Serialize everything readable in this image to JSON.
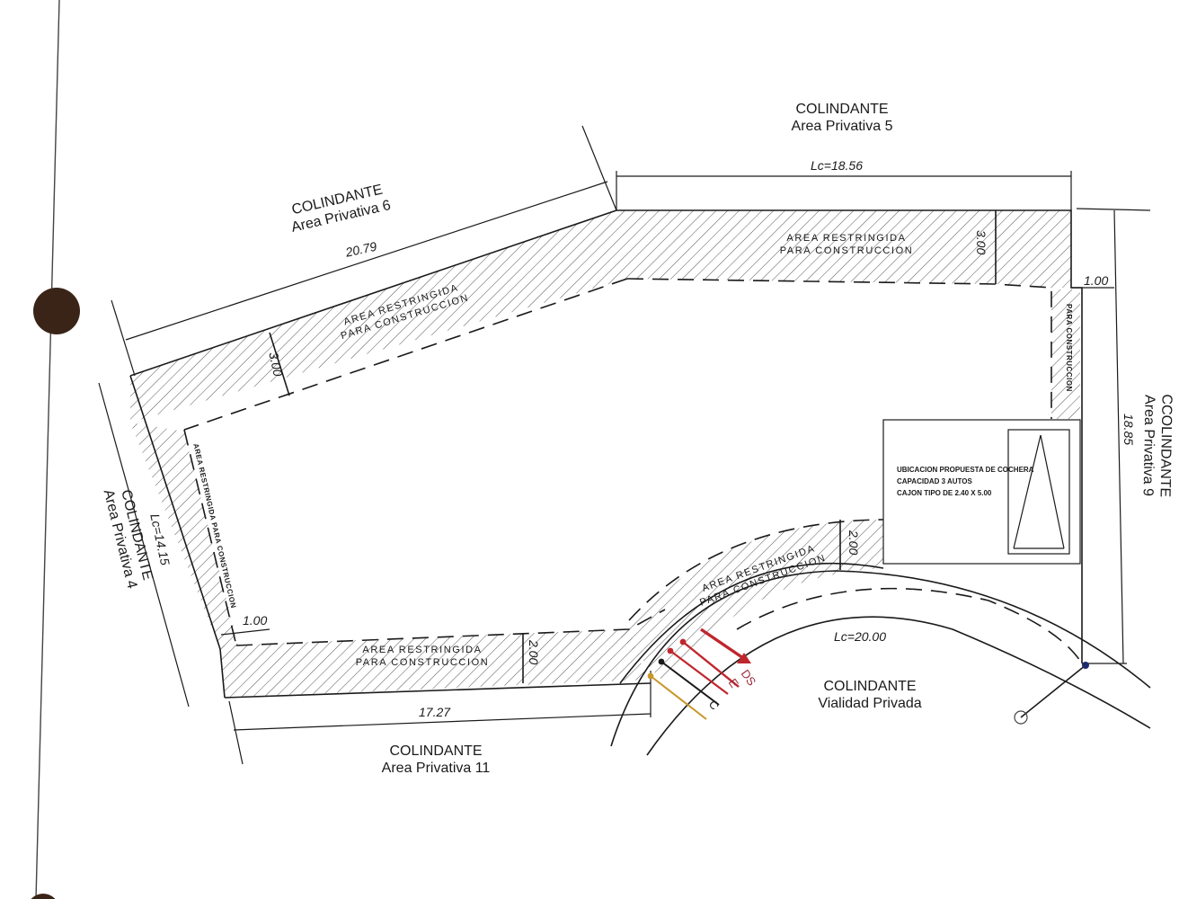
{
  "neighbors": {
    "north": {
      "title": "COLINDANTE",
      "subtitle": "Area Privativa 5"
    },
    "northwest": {
      "title": "COLINDANTE",
      "subtitle": "Area Privativa 6"
    },
    "west": {
      "title": "COLINDANTE",
      "subtitle": "Area Privativa 4"
    },
    "east": {
      "title": "CCOLINDANTE",
      "subtitle": "Area Privativa 9"
    },
    "south": {
      "title": "COLINDANTE",
      "subtitle": "Area Privativa 11"
    },
    "road": {
      "title": "COLINDANTE",
      "subtitle": "Vialidad Privada"
    }
  },
  "dimensions": {
    "north": "Lc=18.56",
    "northwest": "20.79",
    "west": "Lc=14.15",
    "east": "18.85",
    "south": "17.27",
    "road": "Lc=20.00",
    "setback_north": "3.00",
    "setback_northwest": "3.00",
    "setback_east": "1.00",
    "setback_west": "1.00",
    "setback_south": "2.00",
    "setback_curve": "2.00"
  },
  "restricted": {
    "line1": "AREA RESTRINGIDA",
    "line2": "PARA CONSTRUCCION",
    "single": "AREA RESTRINGIDA PARA CONSTRUCCION",
    "east_partial": "PARA CONSTRUCCION"
  },
  "garage": {
    "line1": "UBICACION PROPUESTA DE COCHERA",
    "line2": "CAPACIDAD 3 AUTOS",
    "line3": "CAJON TIPO DE 2.40 X 5.00"
  },
  "service_codes": {
    "c": "C",
    "e": "E",
    "ds": "DS"
  },
  "colors": {
    "ink": "#1a1a1a",
    "electric": "#c0262d",
    "drain": "#9c2a3a",
    "water": "#c8962a",
    "marker": "#3a2418"
  }
}
